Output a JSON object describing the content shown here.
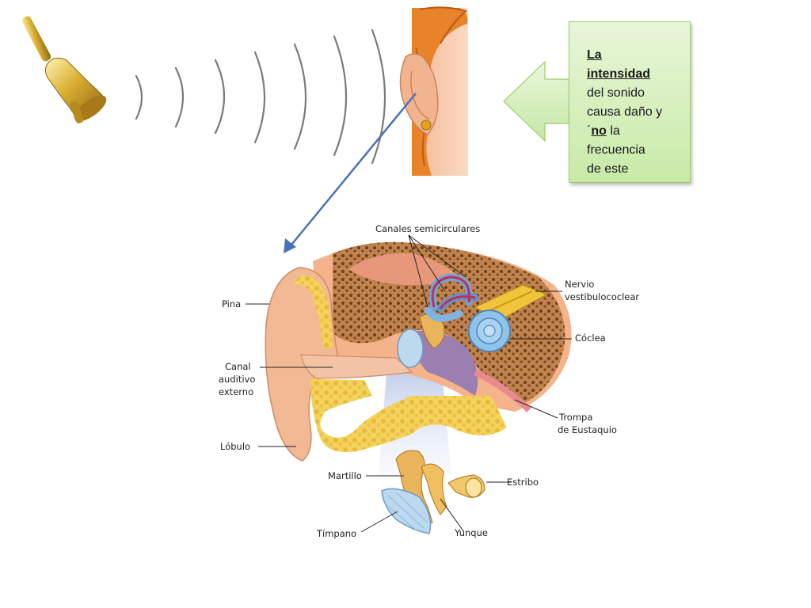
{
  "callout": {
    "line1": "La",
    "line2": "intensidad",
    "line3": "del sonido",
    "line4": "causa daño y",
    "line5_prefix": "´",
    "line5_bold": "no",
    "line5_suffix": " la",
    "line6": "frecuencia",
    "line7": "de  este"
  },
  "labels": {
    "canales": "Canales semicirculares",
    "nervio_1": "Nervio",
    "nervio_2": "vestibulococlear",
    "coclea": "Cóclea",
    "pina": "Pina",
    "canal_1": "Canal",
    "canal_2": "auditivo",
    "canal_3": "externo",
    "trompa_1": "Trompa",
    "trompa_2": "de Eustaquio",
    "lobulo": "Lóbulo",
    "martillo": "Martillo",
    "estribo": "Estribo",
    "timpano": "Tímpano",
    "yunque": "Yunque"
  },
  "colors": {
    "callout_fill": "#d6f0b8",
    "arrow_blue": "#4a72b8",
    "bell_gold": "#c9a227",
    "hair": "#e8832a",
    "skin": "#f6c7a6",
    "bone": "#e9b45a",
    "cochlea": "#8fc3e8"
  }
}
